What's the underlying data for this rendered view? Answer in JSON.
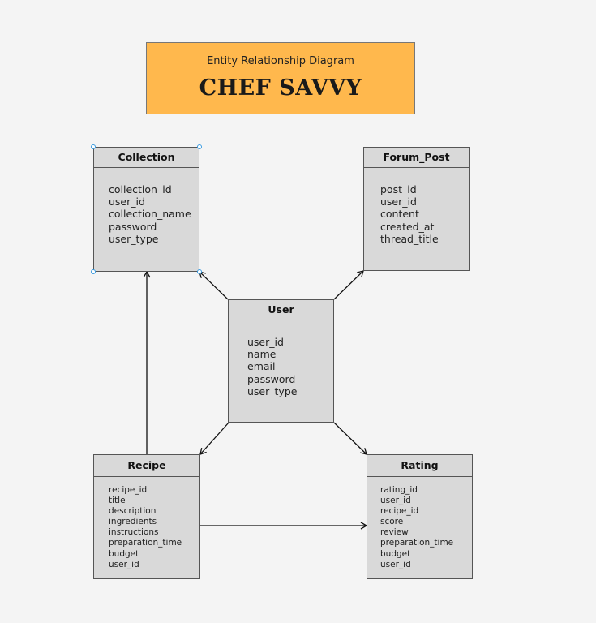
{
  "header": {
    "subtitle": "Entity Relationship Diagram",
    "title": "CHEF SAVVY"
  },
  "entities": {
    "collection": {
      "name": "Collection",
      "attributes": [
        "collection_id",
        "user_id",
        "collection_name",
        "password",
        "user_type"
      ]
    },
    "forum_post": {
      "name": "Forum_Post",
      "attributes": [
        "post_id",
        "user_id",
        "content",
        "created_at",
        "thread_title"
      ]
    },
    "user": {
      "name": "User",
      "attributes": [
        "user_id",
        "name",
        "email",
        "password",
        "user_type"
      ]
    },
    "recipe": {
      "name": "Recipe",
      "attributes": [
        "recipe_id",
        "title",
        "description",
        "ingredients",
        "instructions",
        "preparation_time",
        "budget",
        "user_id"
      ]
    },
    "rating": {
      "name": "Rating",
      "attributes": [
        "rating_id",
        "user_id",
        "recipe_id",
        "score",
        "review",
        "preparation_time",
        "budget",
        "user_id"
      ]
    }
  },
  "relationships": [
    {
      "from": "user",
      "to": "collection"
    },
    {
      "from": "user",
      "to": "forum_post"
    },
    {
      "from": "user",
      "to": "recipe"
    },
    {
      "from": "user",
      "to": "rating"
    },
    {
      "from": "recipe",
      "to": "collection"
    },
    {
      "from": "recipe",
      "to": "rating"
    }
  ],
  "colors": {
    "title_fill": "#ffb84d",
    "entity_fill": "#d9d9d9",
    "selection_handle": "#3a9be0"
  }
}
